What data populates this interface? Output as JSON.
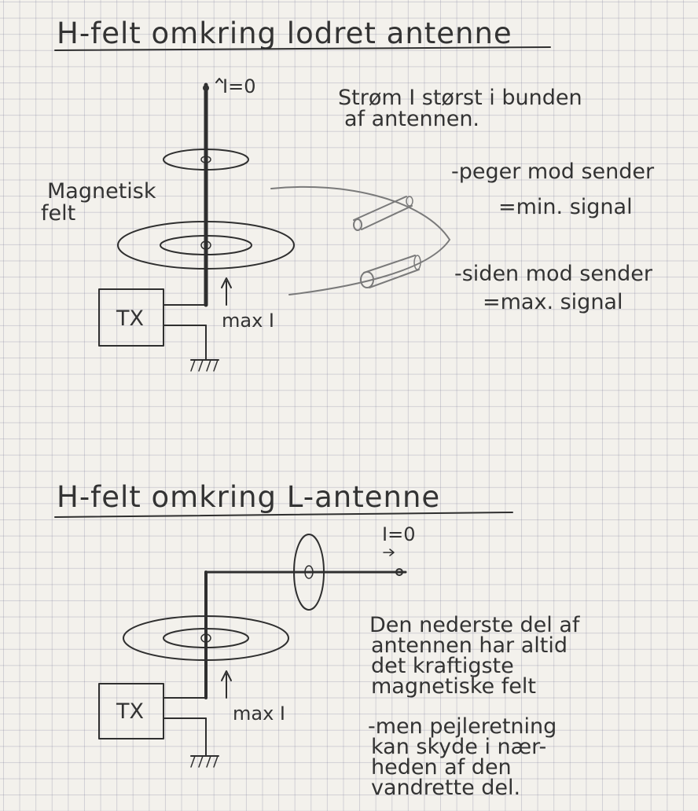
{
  "diagram1": {
    "title": "H-felt omkring lodret antenne",
    "top_current": "I=0",
    "note_lines": [
      "Strøm I størst i bunden",
      "af antennen."
    ],
    "field_label_lines": [
      "Magnetisk",
      "felt"
    ],
    "tx_label": "TX",
    "max_current": "max I",
    "pointing_lines": [
      "-peger mod sender",
      "=min. signal"
    ],
    "side_lines": [
      "-siden mod sender",
      "=max. signal"
    ]
  },
  "diagram2": {
    "title": "H-felt omkring L-antenne",
    "end_current": "I=0",
    "tx_label": "TX",
    "max_current": "max I",
    "note_lines": [
      "Den nederste del af",
      "antennen har altid",
      "det kraftigste",
      "magnetiske felt"
    ],
    "note2_lines": [
      "-men pejleretning",
      "kan skyde i nær-",
      "heden af den",
      "vandrette del."
    ]
  }
}
